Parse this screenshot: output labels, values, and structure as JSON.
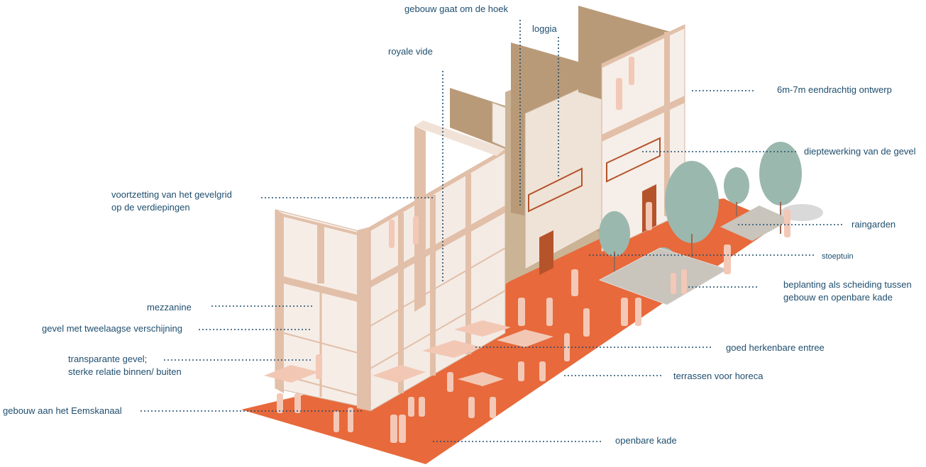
{
  "labels": {
    "corner": "gebouw gaat om de hoek",
    "loggia": "loggia",
    "vide": "royale vide",
    "uniform": "6m-7m eendrachtig ontwerp",
    "depth": "dieptewerking van de gevel",
    "grid_line1": "voortzetting van het gevelgrid",
    "grid_line2": "op de verdiepingen",
    "raingarden": "raingarden",
    "stoeptuin": "stoeptuin",
    "planting_line1": "beplanting als scheiding tussen",
    "planting_line2": "gebouw en openbare kade",
    "mezzanine": "mezzanine",
    "two_storey": "gevel met tweelaagse verschijning",
    "entrance": "goed herkenbare entree",
    "transparent_line1": "transparante gevel;",
    "transparent_line2": "sterke relatie binnen/ buiten",
    "terraces": "terrassen voor horeca",
    "eemskanaal": "gebouw aan het Eemskanaal",
    "quay": "openbare kade"
  },
  "colors": {
    "label_text": "#1f4e6e",
    "leader": "#1f4e6e",
    "quay": "#e8693b",
    "frame": "#e2bfa8",
    "wall_brown": "#b99a78",
    "glass": "#f4ece6",
    "tree": "#9bb8ae",
    "person": "#f3c8b6",
    "people_dark": "#e07a4f"
  }
}
